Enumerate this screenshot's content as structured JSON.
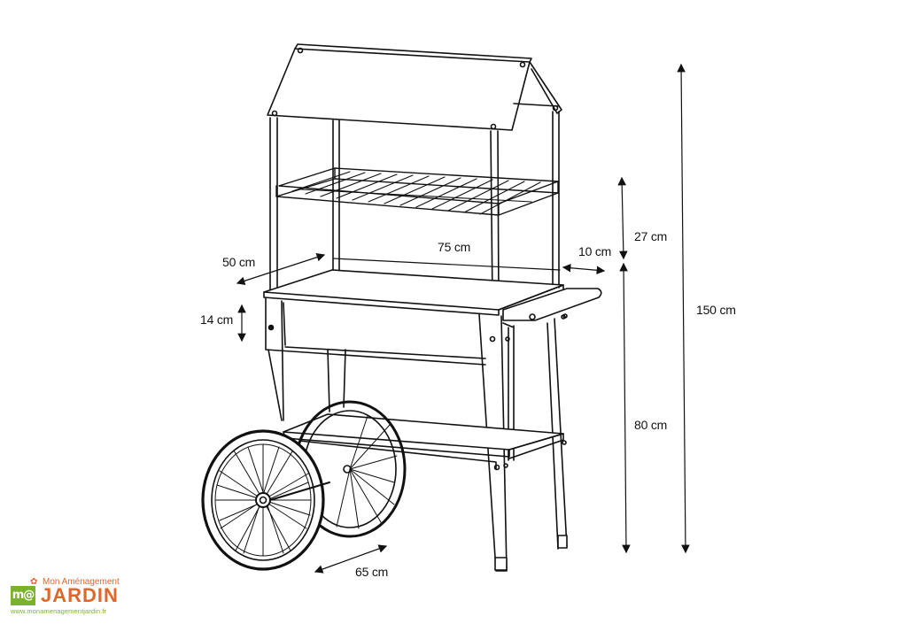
{
  "diagram": {
    "subject": "garden-cart-dimensions",
    "line_color": "#111111",
    "dimensions": {
      "depth": "50 cm",
      "width": "75 cm",
      "side_shelf": "10 cm",
      "rack_height": "27 cm",
      "box_height": "14 cm",
      "table_height": "80 cm",
      "total_height": "150 cm",
      "wheel_base": "65 cm"
    }
  },
  "logo": {
    "mark": "m@",
    "tagline": "Mon Aménagement",
    "name": "JARDIN",
    "url": "www.monamenagementjardin.fr",
    "colors": {
      "orange": "#e0662a",
      "green": "#7ab22e"
    }
  }
}
